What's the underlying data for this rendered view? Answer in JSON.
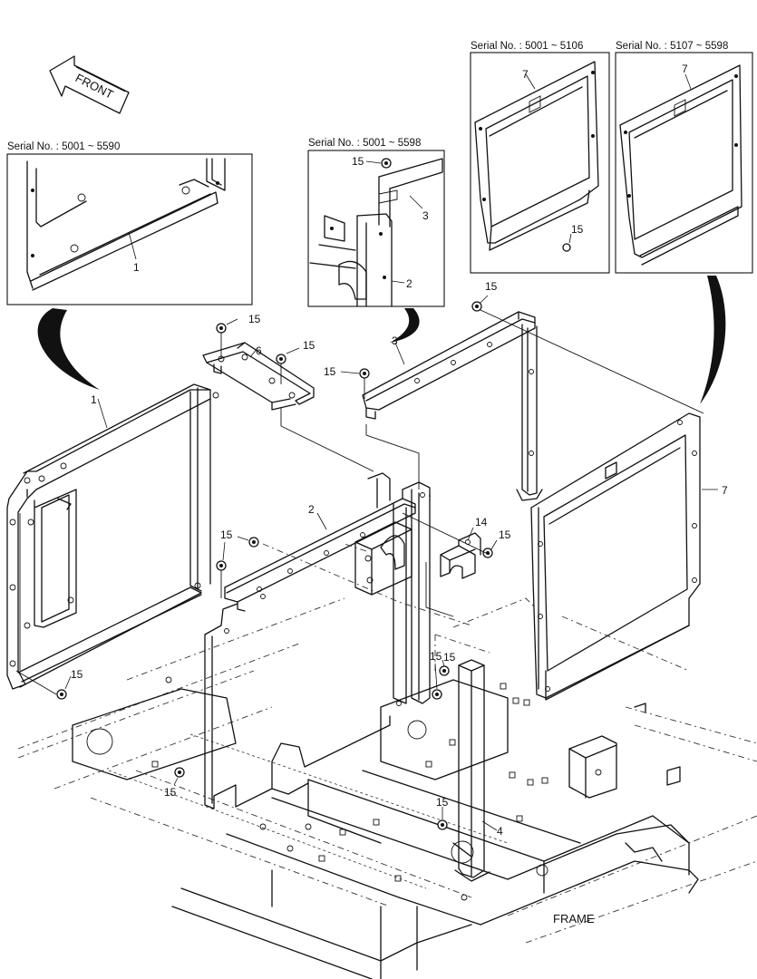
{
  "direction_label": "FRONT",
  "frame_label": "FRAME",
  "inset_serials": {
    "left": "Serial No. : 5001 ~ 5590",
    "middle": "Serial No. : 5001 ~ 5598",
    "right_a": "Serial No. : 5001 ~ 5106",
    "right_b": "Serial No. : 5107 ~ 5598"
  },
  "callouts": {
    "c1_inset": "1",
    "c15_inset_mid": "15",
    "c3_inset": "3",
    "c2_inset": "2",
    "c7_inset_a": "7",
    "c15_inset_a": "15",
    "c7_inset_b": "7",
    "c15_top_a": "15",
    "c6": "6",
    "c15_top_b": "15",
    "c15_top_c": "15",
    "c3": "3",
    "c15_top_d": "15",
    "c1": "1",
    "c2": "2",
    "c7": "7",
    "c14": "14",
    "c15_right_bracket": "15",
    "c15_mid_left": "15",
    "c15_left_low": "15",
    "c15_center_a": "15",
    "c15_center_b": "15",
    "c15_bottom_left": "15",
    "c15_bottom_center": "15",
    "c4": "4"
  }
}
